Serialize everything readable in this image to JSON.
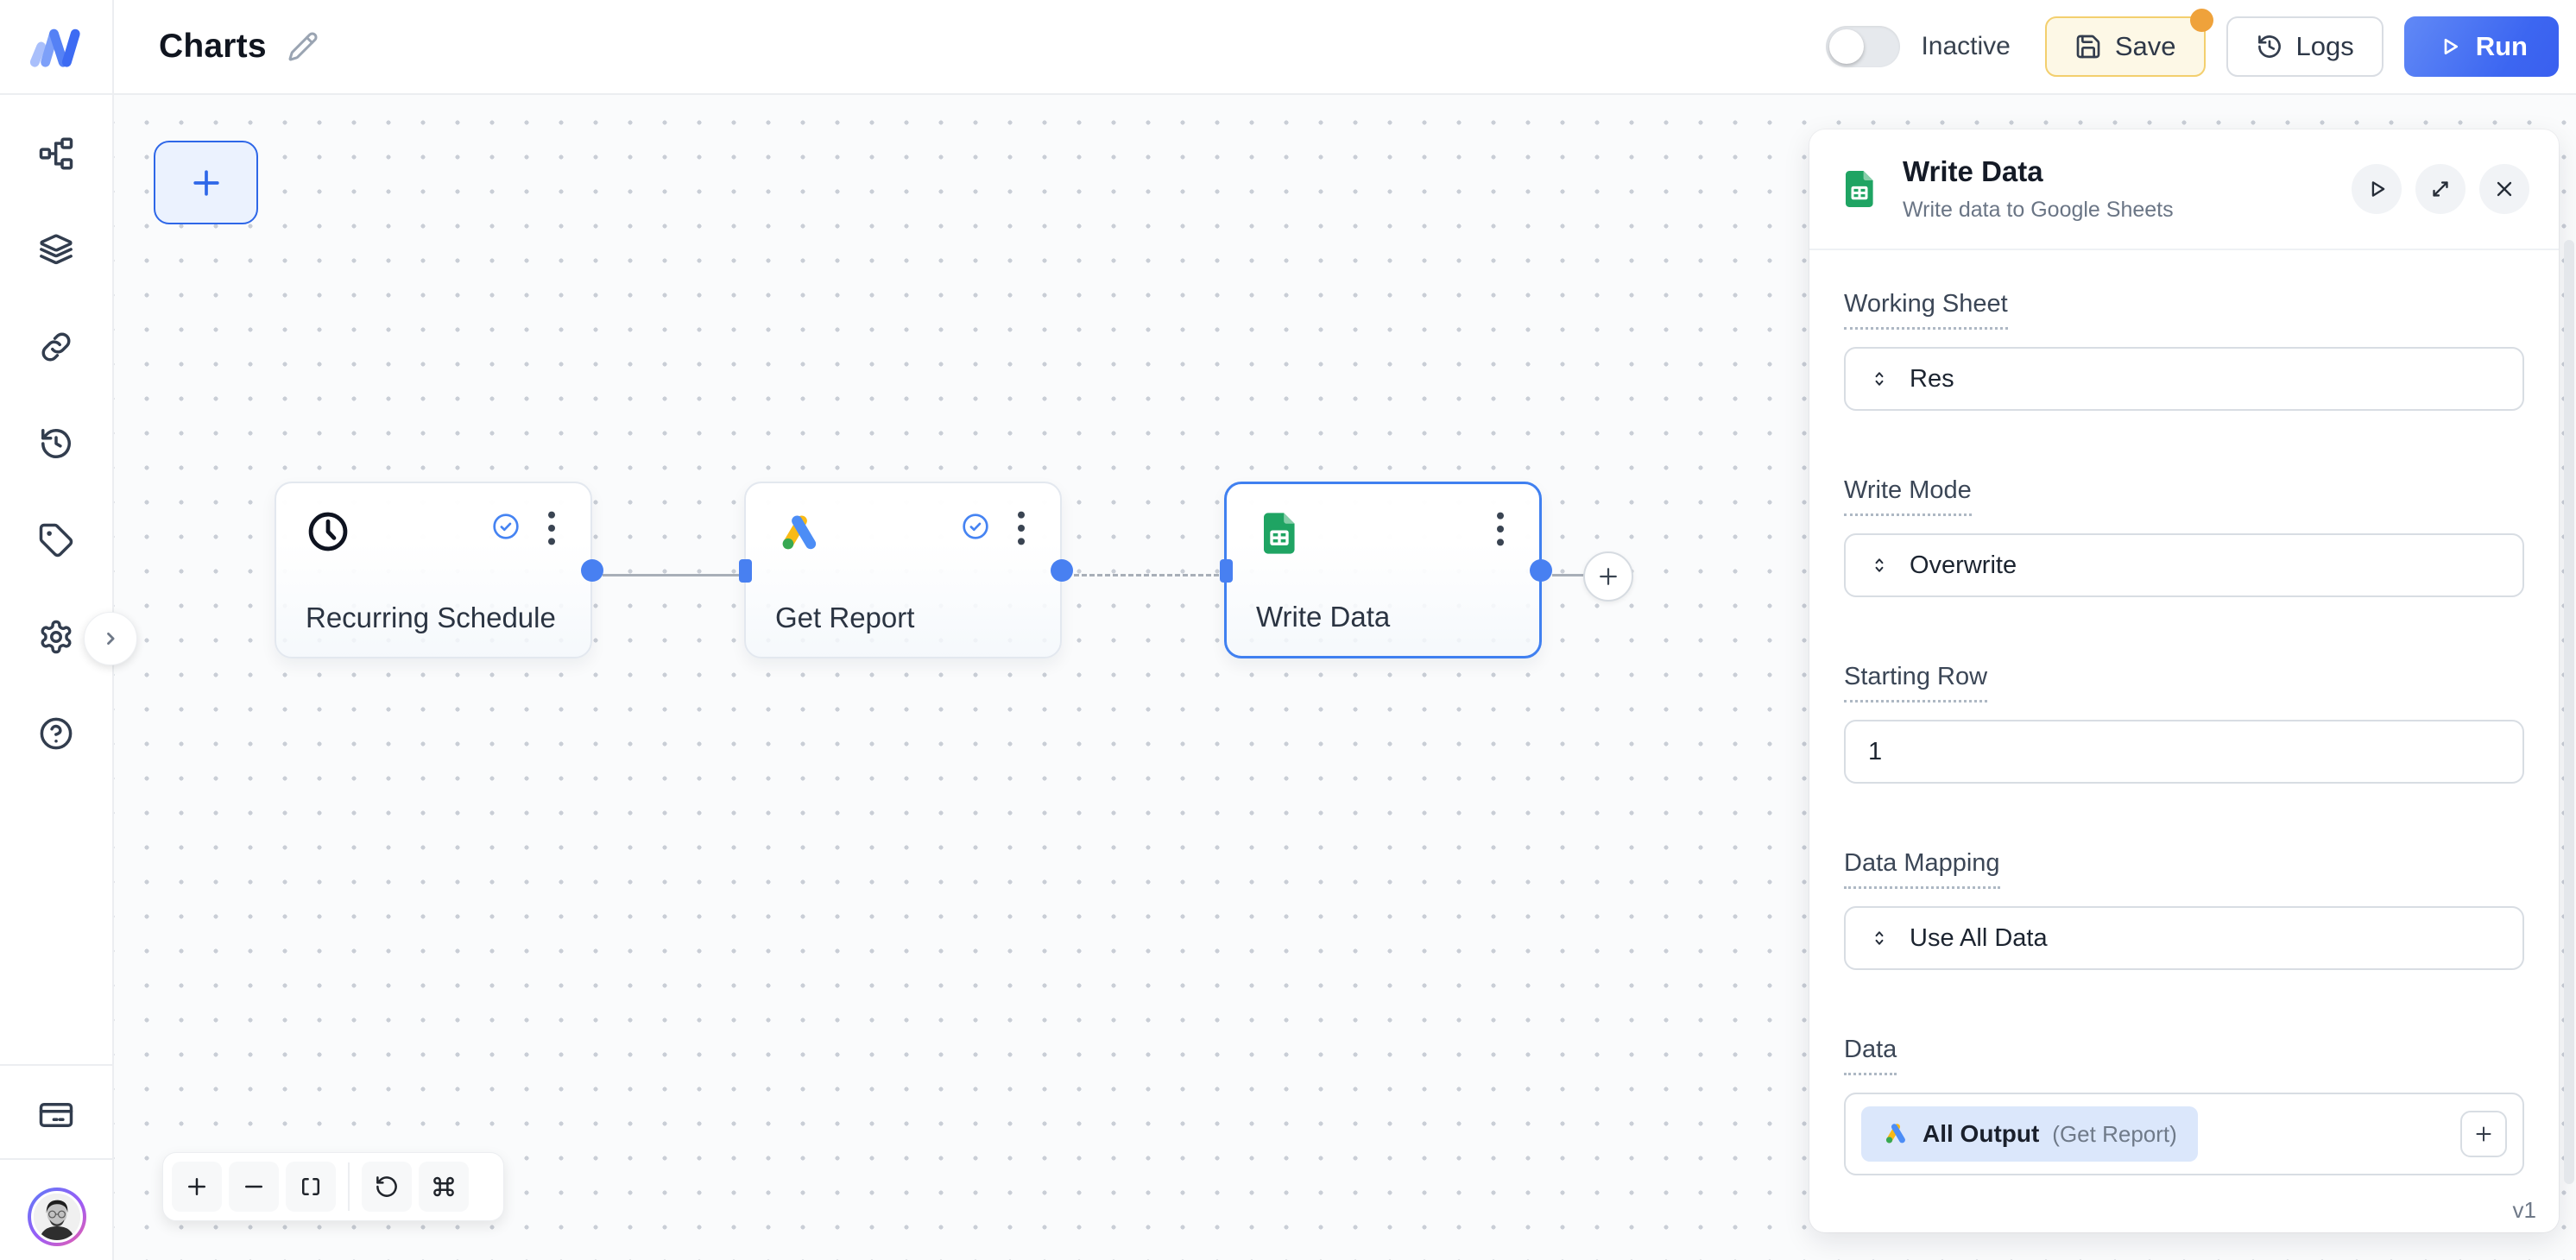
{
  "header": {
    "title": "Charts",
    "status_label": "Inactive",
    "save": "Save",
    "logs": "Logs",
    "run": "Run"
  },
  "sidebar": {
    "icons": [
      "workflow",
      "layers",
      "connections",
      "history",
      "tags",
      "settings",
      "help",
      "billing",
      "avatar"
    ]
  },
  "canvas": {
    "nodes": [
      {
        "title": "Recurring Schedule",
        "icon": "clock-icon",
        "status": "valid"
      },
      {
        "title": "Get Report",
        "icon": "google-ads-icon",
        "status": "valid"
      },
      {
        "title": "Write Data",
        "icon": "google-sheets-icon",
        "status": "selected"
      }
    ],
    "controls": [
      "zoom-in",
      "zoom-out",
      "fit-view",
      "reset",
      "shortcuts"
    ]
  },
  "panel": {
    "title": "Write Data",
    "subtitle": "Write data to Google Sheets",
    "working_sheet_label": "Working Sheet",
    "working_sheet_value": "Res",
    "write_mode_label": "Write Mode",
    "write_mode_value": "Overwrite",
    "starting_row_label": "Starting Row",
    "starting_row_value": "1",
    "data_mapping_label": "Data Mapping",
    "data_mapping_value": "Use All Data",
    "data_label": "Data",
    "chip_label": "All Output",
    "chip_source": "(Get Report)",
    "version": "v1"
  },
  "colors": {
    "accent_blue": "#3D6BF3",
    "selected_node_border": "#4080F0",
    "connector_gray": "#A8AFB8",
    "save_button_bg": "#FDF8E6",
    "save_button_border": "#F3CF6E",
    "notification_dot": "#EFA23B",
    "chip_bg": "#DBE7FB",
    "google_ads_yellow": "#F9BA16",
    "google_ads_blue": "#4C8DF6",
    "google_ads_green": "#37A852",
    "google_sheets_green": "#1FA463"
  }
}
